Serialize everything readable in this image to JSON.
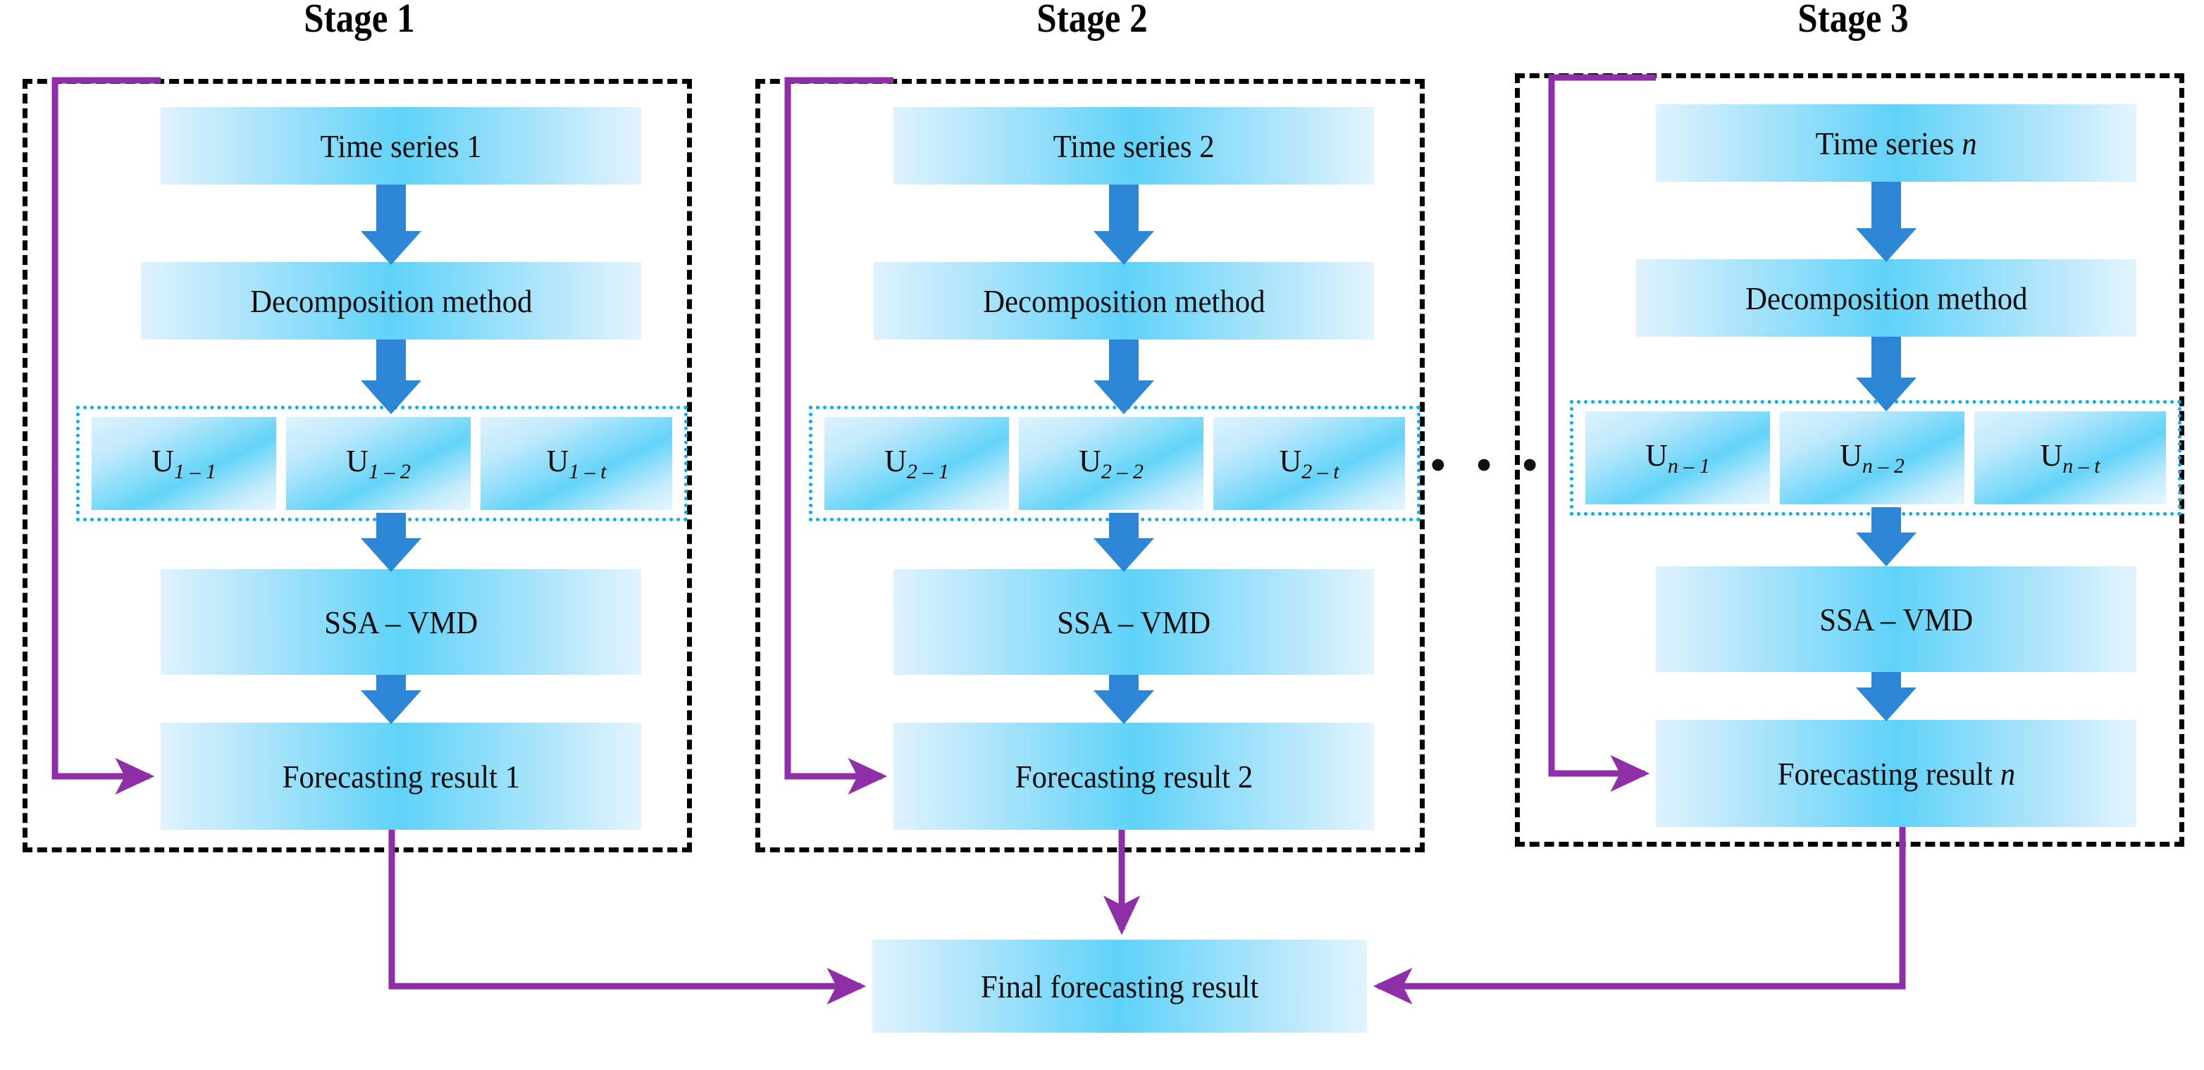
{
  "diagram": {
    "title_font_color": "#000000",
    "accent_blue": "#2e86d6",
    "node_cyan": "#5fd2f8",
    "dotted_border": "#00b0f0",
    "feedback_purple": "#8e2fa8",
    "container_border": "#000000"
  },
  "stages": [
    {
      "title": "Stage 1",
      "time_series": "Time series 1",
      "decomposition": "Decomposition method",
      "components": [
        {
          "base": "U",
          "sub": "1 – 1"
        },
        {
          "base": "U",
          "sub": "1 – 2"
        },
        {
          "base": "U",
          "sub": "1 – t"
        }
      ],
      "model": "SSA – VMD",
      "result": "Forecasting result 1"
    },
    {
      "title": "Stage 2",
      "time_series": "Time series 2",
      "decomposition": "Decomposition method",
      "components": [
        {
          "base": "U",
          "sub": "2 – 1"
        },
        {
          "base": "U",
          "sub": "2 – 2"
        },
        {
          "base": "U",
          "sub": "2 – t"
        }
      ],
      "model": "SSA – VMD",
      "result": "Forecasting result 2"
    },
    {
      "title": "Stage 3",
      "time_series": "Time series n",
      "decomposition": "Decomposition method",
      "components": [
        {
          "base": "U",
          "sub": "n – 1"
        },
        {
          "base": "U",
          "sub": "n – 2"
        },
        {
          "base": "U",
          "sub": "n – t"
        }
      ],
      "model": "SSA – VMD",
      "result": "Forecasting result n"
    }
  ],
  "ellipsis": "• • •",
  "final": {
    "label": "Final forecasting result"
  }
}
